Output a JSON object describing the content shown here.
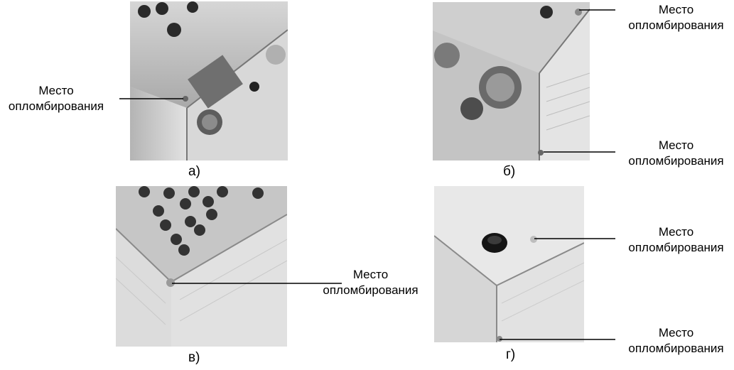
{
  "colors": {
    "housing": "#c9c9c9",
    "housing_dark": "#8a8a8a",
    "panel_face": "#bdbdbd",
    "terminal": "#2a2a2a",
    "leader_line": "#000000"
  },
  "panels": [
    {
      "letter": "а)",
      "callouts": [
        {
          "line1": "Место",
          "line2": "опломбирования"
        }
      ]
    },
    {
      "letter": "б)",
      "callouts": [
        {
          "line1": "Место",
          "line2": "опломбирования"
        },
        {
          "line1": "Место",
          "line2": "опломбирования"
        }
      ]
    },
    {
      "letter": "в)",
      "callouts": [
        {
          "line1": "Место",
          "line2": "опломбирования"
        }
      ]
    },
    {
      "letter": "г)",
      "callouts": [
        {
          "line1": "Место",
          "line2": "опломбирования"
        },
        {
          "line1": "Место",
          "line2": "опломбирования"
        }
      ]
    }
  ]
}
